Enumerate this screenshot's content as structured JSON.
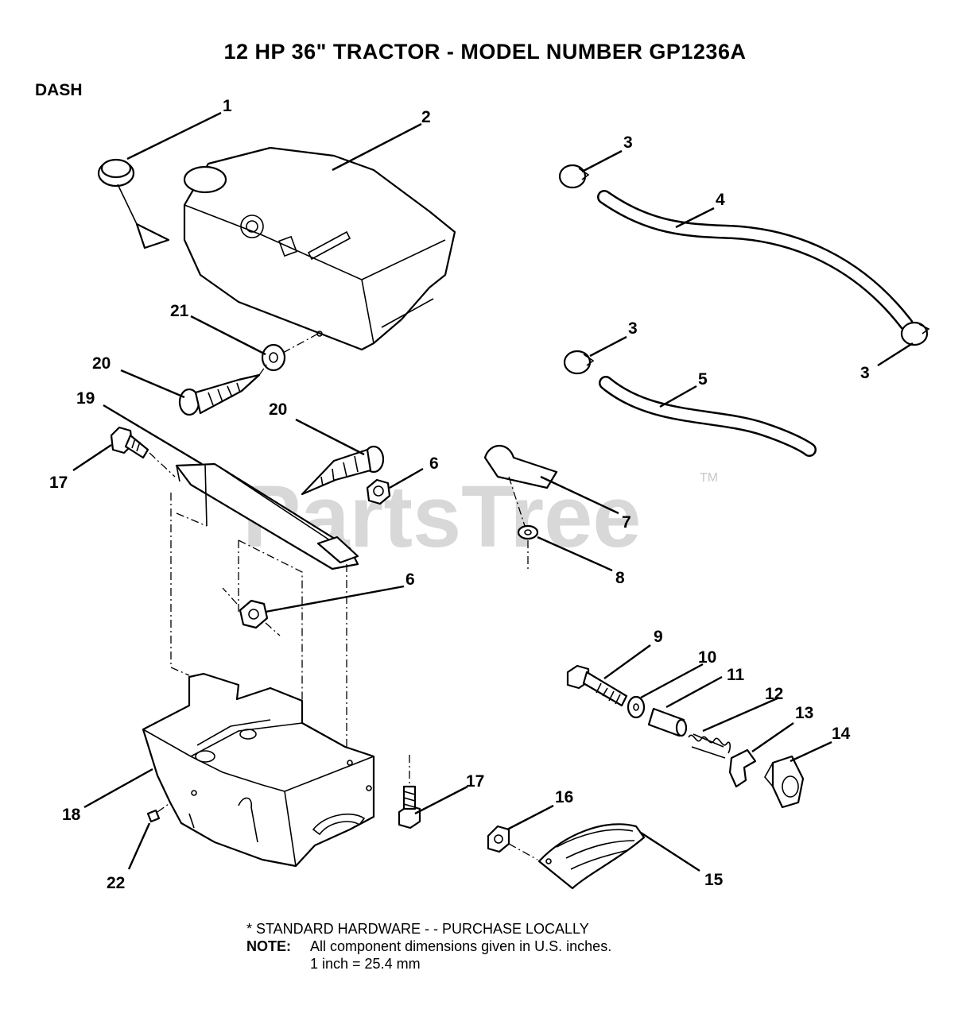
{
  "title": "12 HP  36\"  TRACTOR  - MODEL NUMBER GP1236A",
  "section": "DASH",
  "watermark": "PartsTree",
  "watermark_tm": "TM",
  "callouts": {
    "c1": "1",
    "c2": "2",
    "c3a": "3",
    "c3b": "3",
    "c3c": "3",
    "c4": "4",
    "c5": "5",
    "c6a": "6",
    "c6b": "6",
    "c7": "7",
    "c8": "8",
    "c9": "9",
    "c10": "10",
    "c11": "11",
    "c12": "12",
    "c13": "13",
    "c14": "14",
    "c15": "15",
    "c16": "16",
    "c17a": "17",
    "c17b": "17",
    "c18": "18",
    "c19": "19",
    "c20a": "20",
    "c20b": "20",
    "c21": "21",
    "c22": "22"
  },
  "notes": {
    "standard_hardware": "* STANDARD HARDWARE - - PURCHASE LOCALLY",
    "note_label": "NOTE:",
    "note_text": "All component dimensions given in U.S. inches.",
    "conversion": "1 inch = 25.4 mm"
  }
}
